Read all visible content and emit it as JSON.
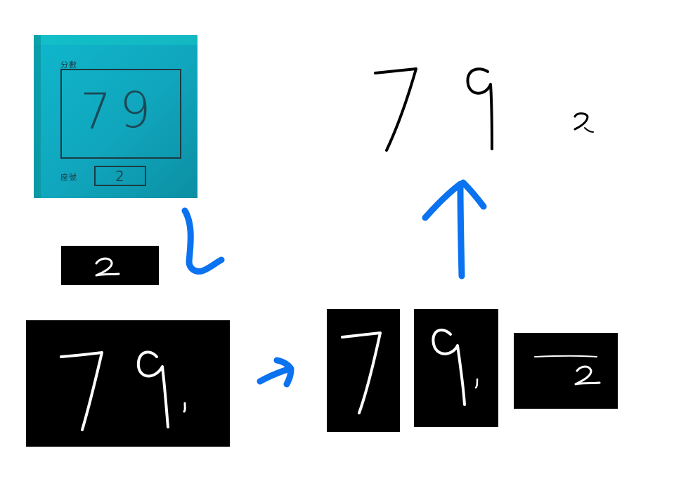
{
  "photo": {
    "score_label": "分數",
    "grade_label": "座號",
    "score_digits": [
      "7",
      "9"
    ],
    "grade_digit": "2"
  },
  "colors": {
    "arrow": "#0b72f0",
    "photo_bg": "#10a6bd",
    "panel": "#000000",
    "ink": "#ffffff"
  },
  "icons": [
    "arrow-down-icon",
    "arrow-right-icon",
    "arrow-up-icon"
  ]
}
